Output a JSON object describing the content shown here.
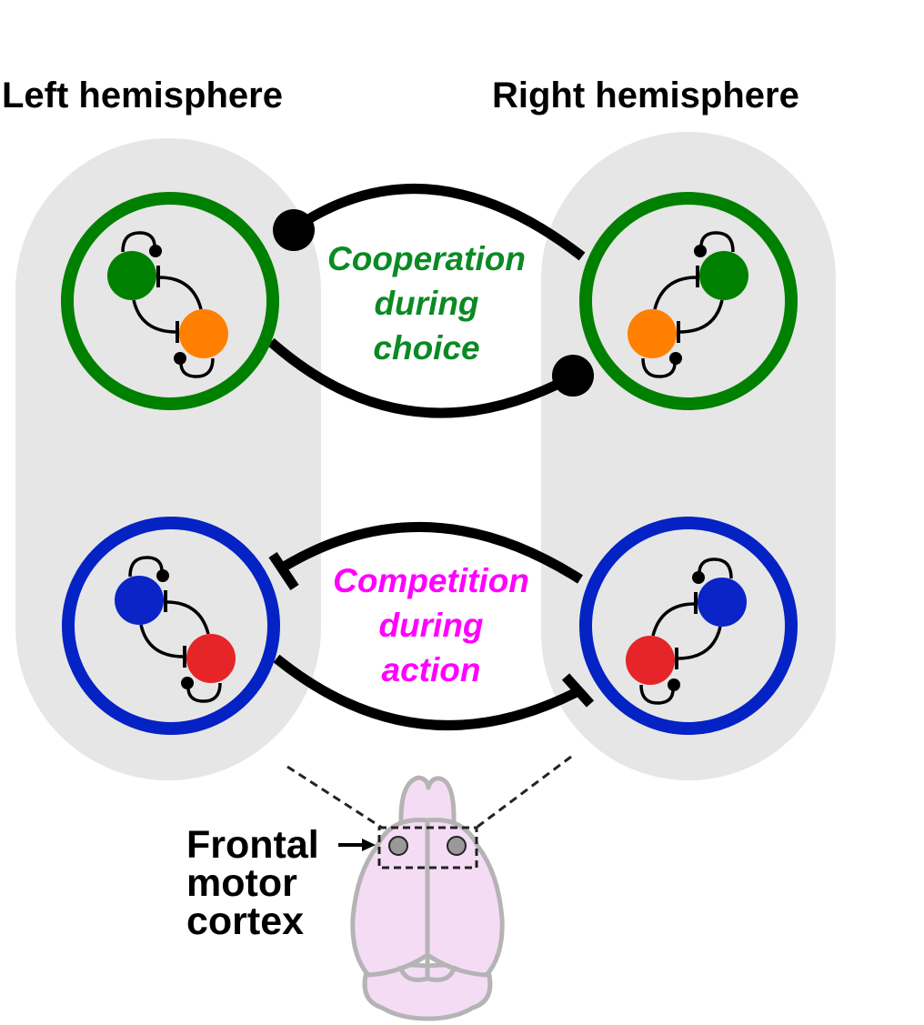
{
  "titles": {
    "left": "Left hemisphere",
    "right": "Right hemisphere"
  },
  "interactions": {
    "top": {
      "lines": [
        "Cooperation",
        "during",
        "choice"
      ],
      "color": "#0a8a24",
      "type": "excitatory"
    },
    "bottom": {
      "lines": [
        "Competition",
        "during",
        "action"
      ],
      "color": "#ff00ff",
      "type": "inhibitory"
    }
  },
  "brain_label": {
    "lines": [
      "Frontal",
      "motor",
      "cortex"
    ]
  },
  "colors": {
    "hemisphere_bg": "#e6e6e6",
    "choice_ring": "#008000",
    "action_ring": "#0522c4",
    "choice_node_a": "#008000",
    "choice_node_b": "#ff8000",
    "action_node_a": "#0a24c8",
    "action_node_b": "#e52527",
    "brain_fill": "#f5dcf5",
    "brain_outline": "#b4b4b4",
    "region_dot": "#999999"
  }
}
